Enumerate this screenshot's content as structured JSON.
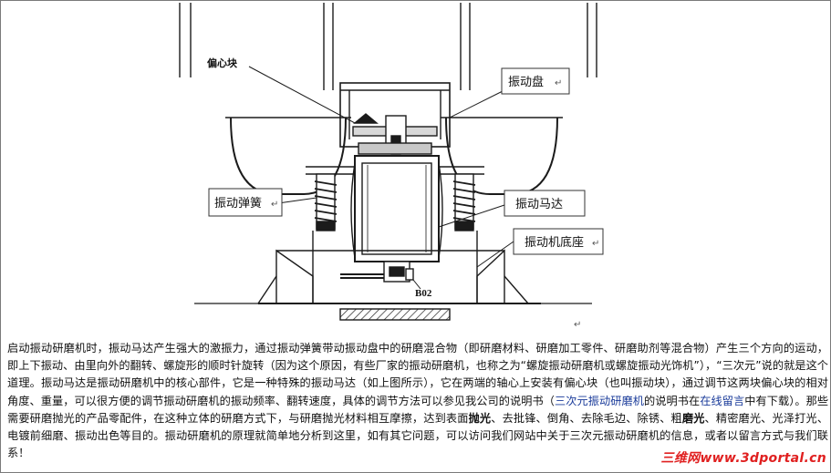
{
  "figure": {
    "labels": {
      "eccentric_block": "偏心块",
      "vibration_disc": "振动盘",
      "vibration_spring": "振动弹簧",
      "vibration_motor": "振动马达",
      "machine_base": "振动机底座",
      "part_code": "B02"
    },
    "paragraph_mark": "↵"
  },
  "article": {
    "p1": "启动振动研磨机时，振动马达产生强大的激振力，通过振动弹簧带动振动盘中的研磨混合物（即研磨材料、研磨加工零件、研磨助剂等混合物）产生三个方向的运动，即上下振动、由里向外的翻转、螺旋形的顺时针旋转（因为这个原因，有些厂家的振动研磨机，也称之为“螺旋振动研磨机或螺旋振动光饰机”），“三次元”说的就是这个道理。振动马达是振动研磨机中的核心部件，它是一种特殊的振动马达（如上图所示），它在两端的轴心上安装有偏心块（也叫振动块），通过调节这两块偏心块的相对角度、重量，可以很方便的调节振动研磨机的振动频率、翻转速度，具体的调节方法可以参见我公司的说明书（",
    "link1": "三次元振动研磨机",
    "p2": "的说明书在",
    "link2": "在线留言",
    "p3": "中有下载）。那些需要研磨抛光的产品零配件，在这种立体的研磨方式下，与研磨抛光材料相互摩擦，达到表面",
    "bold1": "抛光",
    "p4": "、去批锋、倒角、去除毛边、除锈、粗",
    "bold2": "磨光",
    "p5": "、精密磨光、光泽打光、电镀前细磨、振动出色等目的。振动研磨机的原理就简单地分析到这里，如有其它问题，可以访问我们网站中关于三次元振动研磨机的信息，或者以留言方式与我们联系！"
  },
  "watermark": {
    "text": "三维网www.3dportal.cn"
  },
  "colors": {
    "link": "#1a3b9a",
    "watermark": "#e02020",
    "frame": "#7a7a7a"
  }
}
